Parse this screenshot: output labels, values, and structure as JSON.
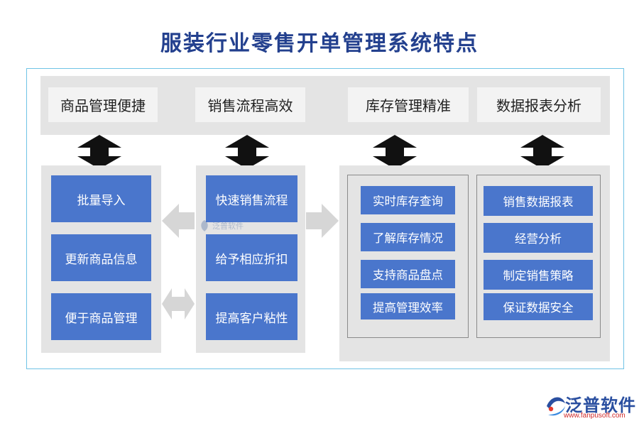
{
  "title": "服装行业零售开单管理系统特点",
  "headers": [
    "商品管理便捷",
    "销售流程高效",
    "库存管理精准",
    "数据报表分析"
  ],
  "col1_items": [
    "批量导入",
    "更新商品信息",
    "便于商品管理"
  ],
  "col2_items": [
    "快速销售流程",
    "给予相应折扣",
    "提高客户粘性"
  ],
  "col3_items": [
    "实时库存查询",
    "了解库存情况",
    "支持商品盘点",
    "提高管理效率"
  ],
  "col4_items": [
    "销售数据报表",
    "经营分析",
    "制定销售策略",
    "保证数据安全"
  ],
  "watermark": {
    "name": "泛普软件"
  },
  "logo": {
    "name": "泛普软件",
    "url": "www.fanpusoft.com"
  },
  "colors": {
    "title": "#23408e",
    "button": "#4a76cc",
    "panel": "#e4e4e4",
    "arrow": "#111111",
    "frame": "#6fc3e6"
  }
}
